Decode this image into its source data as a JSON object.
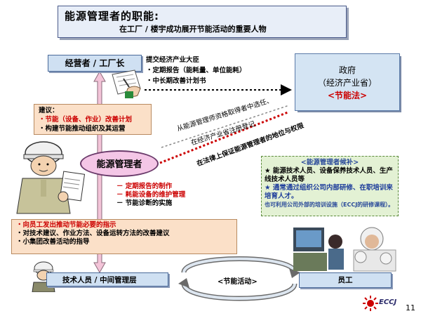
{
  "title": {
    "main": "能源管理者的职能:",
    "sub": "在工厂 / 楼宇成功展开节能活动的重要人物"
  },
  "manager_box": "经营者 / 工厂长",
  "report": {
    "heading": "提交经济产业大臣",
    "items": [
      "・定期报告（能耗量、单位能耗）",
      "・中长期改善计划书"
    ]
  },
  "government": {
    "line1": "政府",
    "line2": "（经济产业省）",
    "law": "<节能法>"
  },
  "suggestion": {
    "heading": "建议：",
    "items": [
      "・节能（设备、作业）改善计划",
      "・构建节能推动组织及其运营"
    ]
  },
  "diagonal_texts": [
    "从能源管理师资格取得者中选任、",
    "在经济产业省注册登记",
    "在法律上保证能源管理者的地位与权限"
  ],
  "energy_manager": "能源管理者",
  "duties": [
    "－ 定期报告的制作",
    "－ 耗能设备的维护管理",
    "－ 节能诊断的实施"
  ],
  "duty_note": {
    "heading": "<能源管理者候补>",
    "item1": "★  能源技术人员、设备保养技术人员、生产线技术人员等",
    "item2": "★  通常通过组织公司内部研修、在职培训来培育人才。",
    "item3": "也可利用公司外部的培训设施（ECCJ的研修课程）。"
  },
  "instruction": {
    "items": [
      "・向员工发出推动节能必要的指示",
      "・对技术建议、作业方法、设备运转方法的改善建议",
      "・小集团改善活动的指导"
    ]
  },
  "tech_box": "技术人员  / 中间管理层",
  "employee_box": "员工",
  "activity_label": "<节能活动>",
  "logo": "ECCJ",
  "page_number": "11",
  "icons": [
    "worker-mascot-icon",
    "signing-hand-icon",
    "helmet-worker-icon",
    "employees-photo-icon",
    "eccj-logo-icon"
  ],
  "colors": {
    "accent_red": "#cc0000",
    "box_blue": "#cfe0f2",
    "box_orange": "#fbe0c8",
    "ellipse_pink": "#f4c6e6",
    "note_green": "#e3f1d4"
  }
}
